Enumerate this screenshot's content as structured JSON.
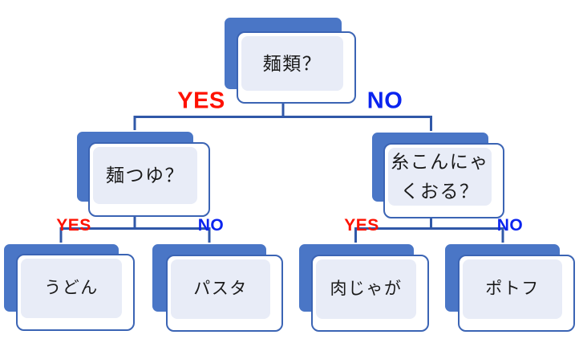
{
  "diagram_type": "decision-tree-flowchart",
  "colors": {
    "background": "#ffffff",
    "node_back_fill": "#4a76c6",
    "node_back_outline": "#ffffff",
    "card_border": "#3b64b4",
    "card_fill": "#ffffff",
    "card_inner_fill": "#e8ecf7",
    "connector": "#3058a8",
    "yes_label": "#fe1100",
    "no_label": "#0a24ef",
    "node_text": "#1a1a1a"
  },
  "nodes": [
    {
      "id": "q-menrui",
      "role": "question",
      "label": "麺類？"
    },
    {
      "id": "q-mentsuyu",
      "role": "question",
      "label": "麺つゆ？"
    },
    {
      "id": "q-shirataki",
      "role": "question",
      "label": "糸こんにゃ\nくおる？"
    },
    {
      "id": "a-udon",
      "role": "answer",
      "label": "うどん"
    },
    {
      "id": "a-pasta",
      "role": "answer",
      "label": "パスタ"
    },
    {
      "id": "a-nikujaga",
      "role": "answer",
      "label": "肉じゃが"
    },
    {
      "id": "a-potofu",
      "role": "answer",
      "label": "ポトフ"
    }
  ],
  "branch_labels": {
    "top_yes": "YES",
    "top_no": "NO",
    "left_yes": "YES",
    "left_no": "NO",
    "right_yes": "YES",
    "right_no": "NO"
  },
  "edges": [
    {
      "from": "麺類？",
      "answer": "YES",
      "to": "麺つゆ？"
    },
    {
      "from": "麺類？",
      "answer": "NO",
      "to": "糸こんにゃくおる？"
    },
    {
      "from": "麺つゆ？",
      "answer": "YES",
      "to": "うどん"
    },
    {
      "from": "麺つゆ？",
      "answer": "NO",
      "to": "パスタ"
    },
    {
      "from": "糸こんにゃくおる？",
      "answer": "YES",
      "to": "肉じゃが"
    },
    {
      "from": "糸こんにゃくおる？",
      "answer": "NO",
      "to": "ポトフ"
    }
  ]
}
